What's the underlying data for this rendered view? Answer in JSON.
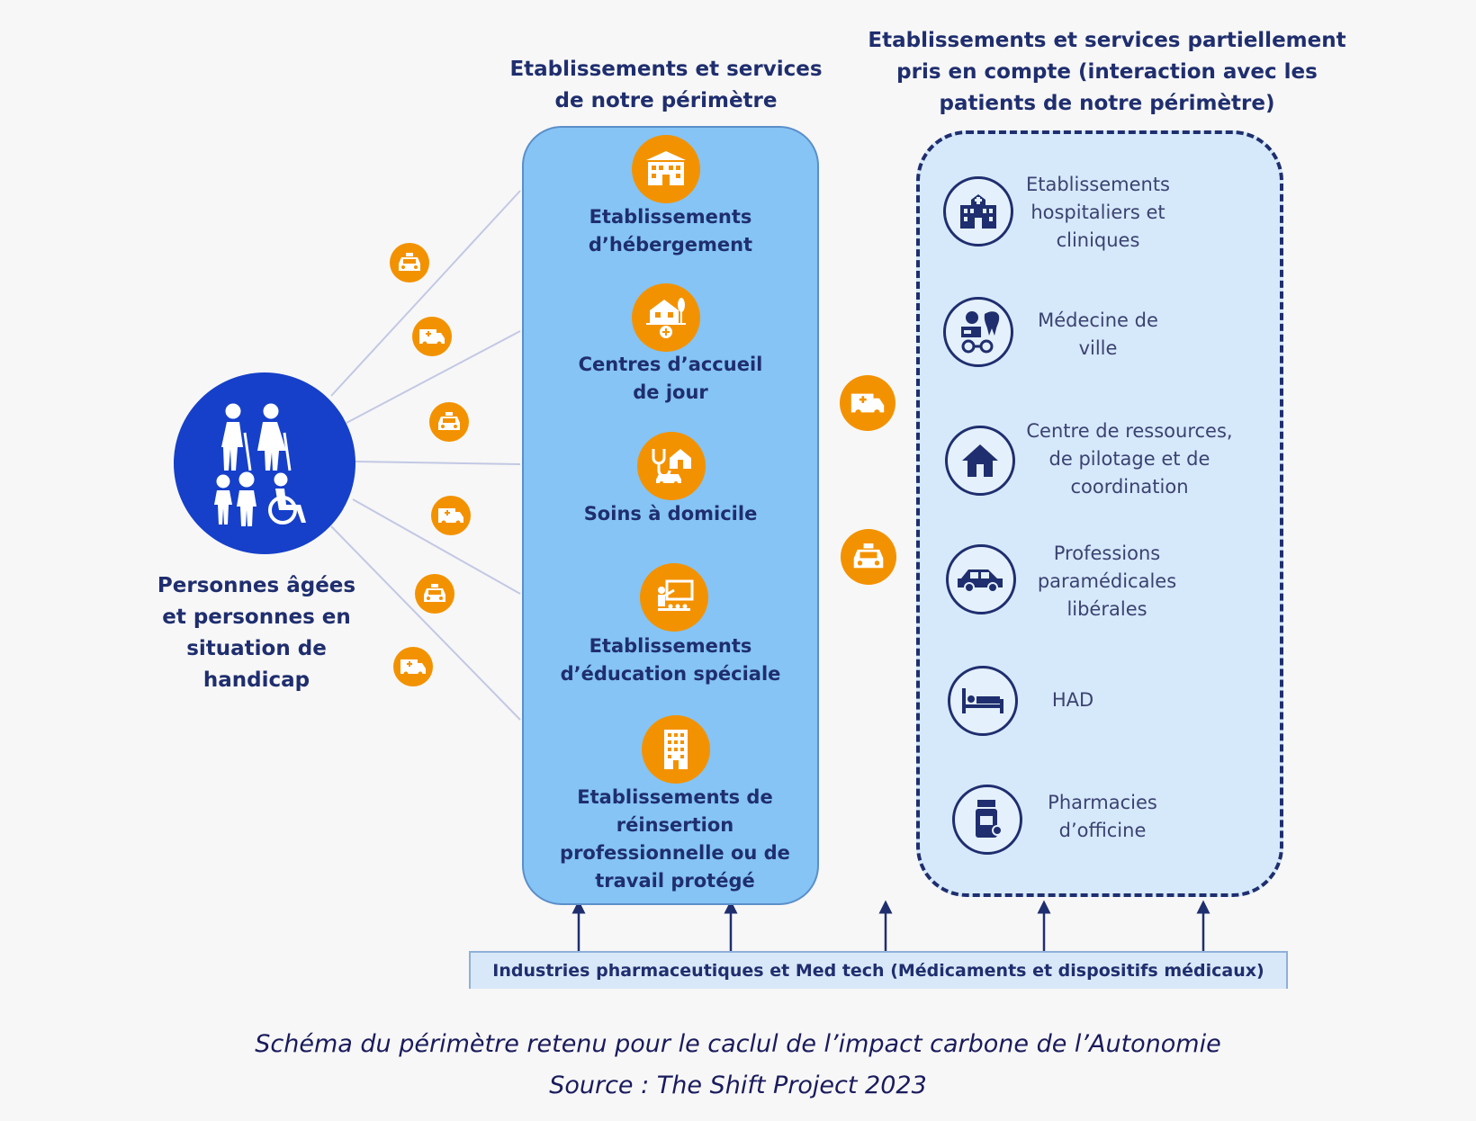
{
  "left": {
    "label_lines": [
      "Personnes âgées",
      "et personnes en",
      "situation de",
      "handicap"
    ],
    "icon": "people-elderly-disabled-icon"
  },
  "scope": {
    "title_lines": [
      "Etablissements et services",
      "de notre périmètre"
    ],
    "items": [
      {
        "icon": "building-icon",
        "lines": [
          "Etablissements",
          "d’hébergement"
        ]
      },
      {
        "icon": "house-medical-icon",
        "lines": [
          "Centres d’accueil",
          "de jour"
        ]
      },
      {
        "icon": "home-care-icon",
        "lines": [
          "Soins à domicile"
        ]
      },
      {
        "icon": "teacher-board-icon",
        "lines": [
          "Etablissements",
          "d’éducation spéciale"
        ]
      },
      {
        "icon": "office-tower-icon",
        "lines": [
          "Etablissements de",
          "réinsertion",
          "professionnelle ou de",
          "travail protégé"
        ]
      }
    ]
  },
  "partial": {
    "title_lines": [
      "Etablissements et services partiellement",
      "pris en compte (interaction avec les",
      "patients de notre périmètre)"
    ],
    "items": [
      {
        "icon": "hospital-icon",
        "lines": [
          "Etablissements",
          "hospitaliers et",
          "cliniques"
        ]
      },
      {
        "icon": "doctor-tooth-glasses-icon",
        "lines": [
          "Médecine de",
          "ville"
        ]
      },
      {
        "icon": "house-icon",
        "lines": [
          "Centre de ressources,",
          "de pilotage et de",
          "coordination"
        ]
      },
      {
        "icon": "car-icon",
        "lines": [
          "Professions",
          "paramédicales",
          "libérales"
        ]
      },
      {
        "icon": "bed-icon",
        "lines": [
          "HAD"
        ]
      },
      {
        "icon": "pill-bottle-icon",
        "lines": [
          "Pharmacies",
          "d’officine"
        ]
      }
    ]
  },
  "transport_icons": [
    "taxi-icon",
    "ambulance-icon",
    "taxi-icon",
    "ambulance-icon",
    "taxi-icon",
    "ambulance-icon",
    "ambulance-icon",
    "taxi-icon"
  ],
  "bottom_bar": "Industries pharmaceutiques et Med tech (Médicaments et dispositifs médicaux)",
  "caption": {
    "line1": "Schéma du périmètre retenu pour le caclul de l’impact carbone de l’Autonomie",
    "line2": "Source : The Shift Project 2023"
  },
  "colors": {
    "navy": "#1f2e6e",
    "royal_blue": "#1640c9",
    "scope_box": "#85c4f5",
    "partial_box": "#d6e9fb",
    "orange": "#f39200"
  }
}
